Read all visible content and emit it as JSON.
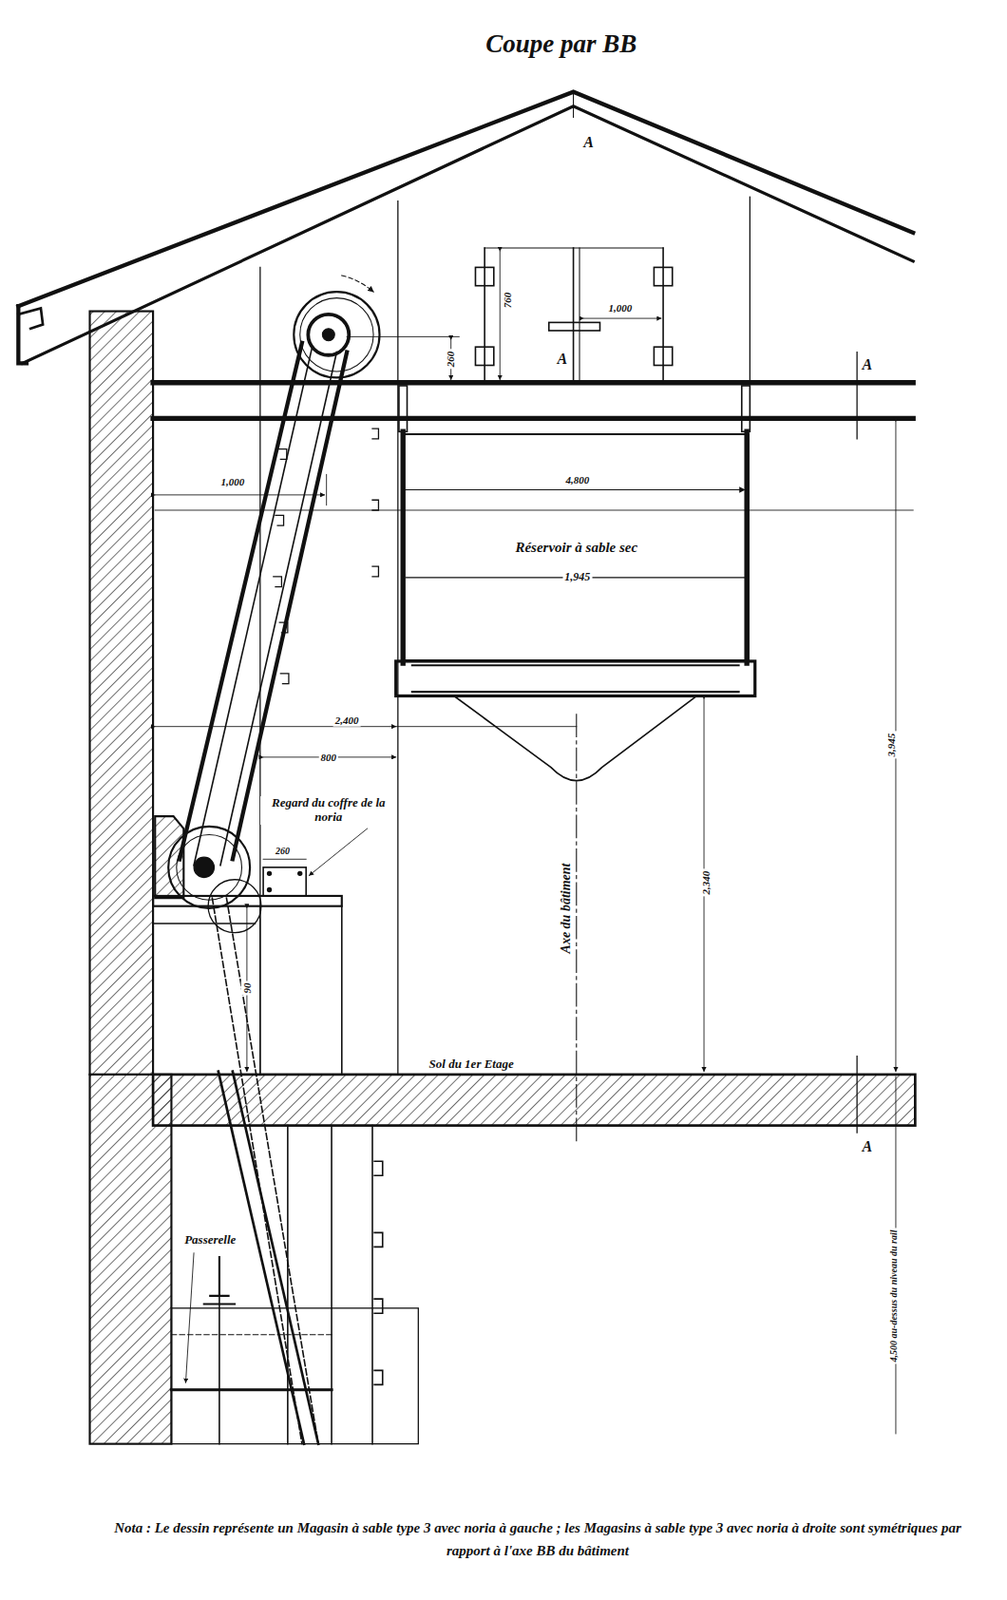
{
  "diagram": {
    "title": "Coupe par BB",
    "caption": "Nota : Le dessin représente un Magasin à sable type 3 avec noria à gauche ; les Magasins à sable type 3 avec noria à droite sont symétriques par rapport à l'axe BB du bâtiment",
    "nodes": [
      {
        "text": [
          "Réservoir à sable sec"
        ]
      }
    ],
    "labels": [
      "A",
      "760",
      "1,000",
      "A",
      "A",
      "260",
      "1,000",
      "4,800",
      "1,945",
      "2,400",
      "800",
      "Regard du coffre de la noria",
      "260",
      "Axe du bâtiment",
      "2,340",
      "3,945",
      "90",
      "Sol du 1er Etage",
      "A",
      "4,500 au-dessus du niveau du rail",
      "Passerelle"
    ]
  }
}
